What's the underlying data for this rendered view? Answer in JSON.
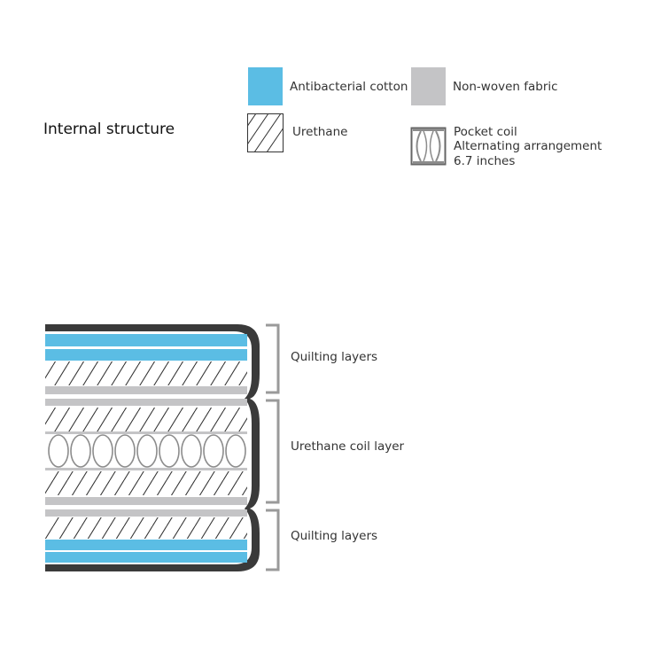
{
  "title": "Internal structure",
  "legend": {
    "antibacterial_cotton": {
      "label": "Antibacterial cotton",
      "color": "#5BBDE4"
    },
    "non_woven_fabric": {
      "label": "Non-woven fabric",
      "color": "#C4C4C6"
    },
    "urethane": {
      "label": "Urethane",
      "pattern": "diagonal-hatch"
    },
    "pocket_coil": {
      "line1": "Pocket coil",
      "line2": "Alternating arrangement",
      "line3": "6.7 inches"
    }
  },
  "layers": {
    "top": "Quilting layers",
    "middle": "Urethane coil layer",
    "bottom": "Quilting layers"
  },
  "colors": {
    "border": "#3A3A3A",
    "bracket": "#9A9A9A",
    "hatch": "#333333",
    "coil": "#8C8C8C"
  },
  "icons": [
    "diagonal-hatch-icon",
    "pocket-coil-icon",
    "bracket-icon"
  ]
}
